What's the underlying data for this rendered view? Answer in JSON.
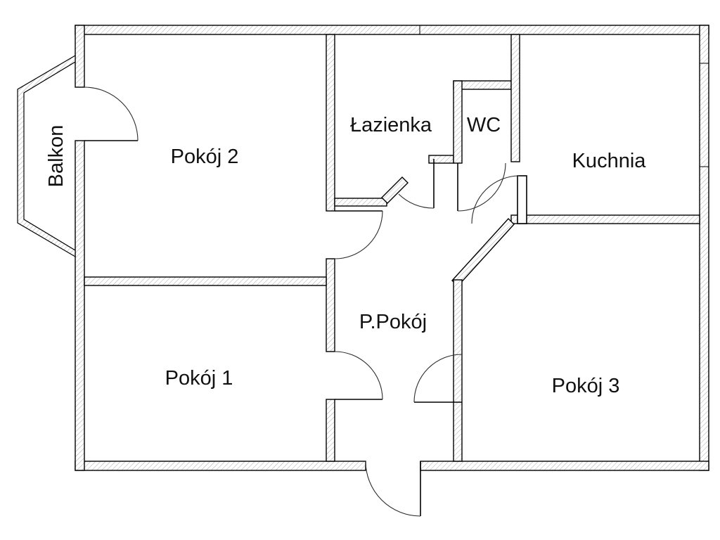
{
  "diagram": {
    "type": "floor-plan",
    "language": "pl",
    "background_color": "#ffffff",
    "wall_outline_color": "#000000",
    "wall_hatch_color": "#ababab",
    "rooms": [
      {
        "id": "balkon",
        "label": "Balkon"
      },
      {
        "id": "pokoj-2",
        "label": "Pokój 2"
      },
      {
        "id": "lazienka",
        "label": "Łazienka"
      },
      {
        "id": "wc",
        "label": "WC"
      },
      {
        "id": "kuchnia",
        "label": "Kuchnia"
      },
      {
        "id": "p-pokoj",
        "label": "P.Pokój"
      },
      {
        "id": "pokoj-1",
        "label": "Pokój 1"
      },
      {
        "id": "pokoj-3",
        "label": "Pokój 3"
      }
    ]
  }
}
